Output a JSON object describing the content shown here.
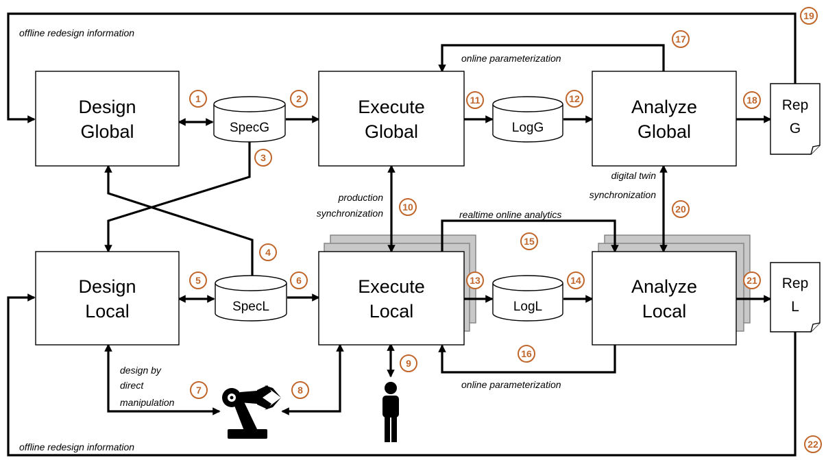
{
  "boxes": {
    "design_global": [
      "Design",
      "Global"
    ],
    "execute_global": [
      "Execute",
      "Global"
    ],
    "analyze_global": [
      "Analyze",
      "Global"
    ],
    "design_local": [
      "Design",
      "Local"
    ],
    "execute_local": [
      "Execute",
      "Local"
    ],
    "analyze_local": [
      "Analyze",
      "Local"
    ]
  },
  "stores": {
    "spec_g": "SpecG",
    "spec_l": "SpecL",
    "log_g": "LogG",
    "log_l": "LogL"
  },
  "reports": {
    "rep_g": [
      "Rep",
      "G"
    ],
    "rep_l": [
      "Rep",
      "L"
    ]
  },
  "labels": {
    "offline_redesign_top": "offline redesign information",
    "offline_redesign_bottom": "offline redesign information",
    "online_parameterization_top": "online parameterization",
    "online_parameterization_bottom": "online parameterization",
    "production_sync": [
      "production",
      "synchronization"
    ],
    "digital_twin_sync": [
      "digital twin",
      "synchronization"
    ],
    "realtime_analytics": "realtime online analytics",
    "design_by_manipulation": [
      "design by",
      "direct",
      "manipulation"
    ]
  },
  "badges": {
    "b1": "1",
    "b2": "2",
    "b3": "3",
    "b4": "4",
    "b5": "5",
    "b6": "6",
    "b7": "7",
    "b8": "8",
    "b9": "9",
    "b10": "10",
    "b11": "11",
    "b12": "12",
    "b13": "13",
    "b14": "14",
    "b15": "15",
    "b16": "16",
    "b17": "17",
    "b18": "18",
    "b19": "19",
    "b20": "20",
    "b21": "21",
    "b22": "22"
  },
  "icons": {
    "robot": "robot-arm-icon",
    "person": "person-icon"
  },
  "colors": {
    "badge": "#c0662b",
    "stack_fill": "#c8c8c8"
  }
}
